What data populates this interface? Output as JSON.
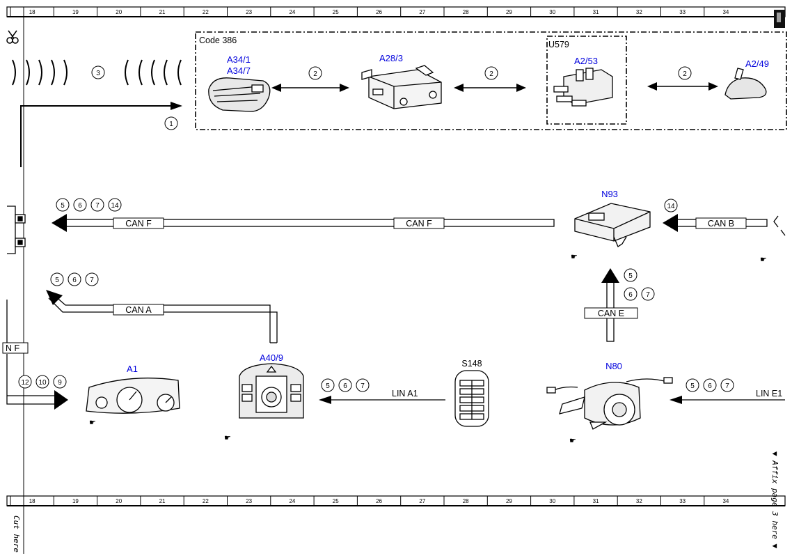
{
  "ruler_labels": [
    "18",
    "19",
    "20",
    "21",
    "22",
    "23",
    "24",
    "25",
    "26",
    "27",
    "28",
    "29",
    "30",
    "31",
    "32",
    "33",
    "34"
  ],
  "top_box": {
    "code": "Code 386",
    "u579": "U579"
  },
  "components": {
    "a34": {
      "line1": "A34/1",
      "line2": "A34/7"
    },
    "a28_3": "A28/3",
    "a2_53": "A2/53",
    "a2_49": "A2/49",
    "n93": "N93",
    "a1": "A1",
    "a40_9": "A40/9",
    "s148": "S148",
    "n80": "N80"
  },
  "buses": {
    "can_f": "CAN F",
    "can_b": "CAN B",
    "can_a": "CAN A",
    "can_e": "CAN E",
    "lin_a1": "LIN A1",
    "lin_e1": "LIN E1",
    "n_f_partial": "N F"
  },
  "circles": {
    "c1": "1",
    "c2": "2",
    "c3": "3",
    "c5": "5",
    "c6": "6",
    "c7": "7",
    "c9": "9",
    "c10": "10",
    "c12": "12",
    "c14": "14"
  },
  "margin_text": {
    "cut_here": "Cut here",
    "affix": "▼ Affix page 3 here ▼"
  }
}
